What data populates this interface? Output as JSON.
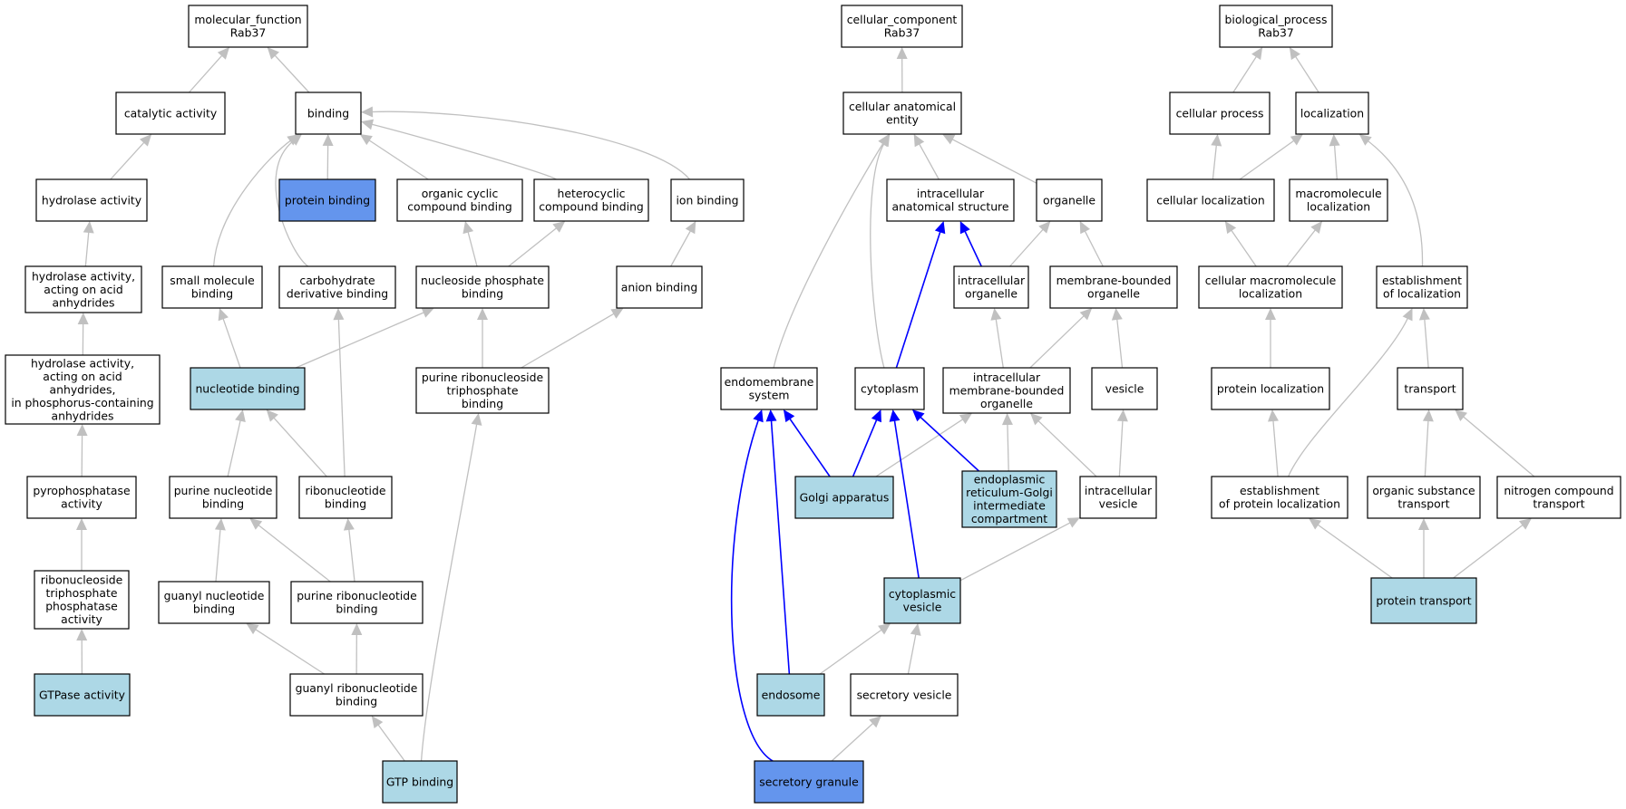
{
  "colors": {
    "plain_fill": "#ffffff",
    "light_blue_fill": "#add8e6",
    "cornflower_fill": "#6495ed",
    "edge_grey": "#c0c0c0",
    "edge_blue": "#0000ff",
    "border": "#000000"
  },
  "nodes": {
    "mf_root": {
      "lines": [
        "molecular_function",
        "Rab37"
      ],
      "style": "plain"
    },
    "catalytic": {
      "lines": [
        "catalytic activity"
      ],
      "style": "plain"
    },
    "binding": {
      "lines": [
        "binding"
      ],
      "style": "plain"
    },
    "hydrolase": {
      "lines": [
        "hydrolase activity"
      ],
      "style": "plain"
    },
    "protein_binding": {
      "lines": [
        "protein binding"
      ],
      "style": "blue"
    },
    "organic_cyclic": {
      "lines": [
        "organic cyclic",
        "compound binding"
      ],
      "style": "plain"
    },
    "heterocyclic": {
      "lines": [
        "heterocyclic",
        "compound binding"
      ],
      "style": "plain"
    },
    "ion_binding": {
      "lines": [
        "ion binding"
      ],
      "style": "plain"
    },
    "hydrolase_anh": {
      "lines": [
        "hydrolase activity,",
        "acting on acid",
        "anhydrides"
      ],
      "style": "plain"
    },
    "small_molecule": {
      "lines": [
        "small molecule",
        "binding"
      ],
      "style": "plain"
    },
    "carbohydrate": {
      "lines": [
        "carbohydrate",
        "derivative binding"
      ],
      "style": "plain"
    },
    "nucleoside_phos": {
      "lines": [
        "nucleoside phosphate",
        "binding"
      ],
      "style": "plain"
    },
    "anion_binding": {
      "lines": [
        "anion binding"
      ],
      "style": "plain"
    },
    "hydrolase_phos": {
      "lines": [
        "hydrolase activity,",
        "acting on acid",
        "anhydrides,",
        "in phosphorus-containing",
        "anhydrides"
      ],
      "style": "plain"
    },
    "nucleotide_binding": {
      "lines": [
        "nucleotide binding"
      ],
      "style": "light"
    },
    "purine_ribonucleoside_tri": {
      "lines": [
        "purine ribonucleoside",
        "triphosphate",
        "binding"
      ],
      "style": "plain"
    },
    "pyrophosphatase": {
      "lines": [
        "pyrophosphatase",
        "activity"
      ],
      "style": "plain"
    },
    "purine_nucleotide": {
      "lines": [
        "purine nucleotide",
        "binding"
      ],
      "style": "plain"
    },
    "ribonucleotide": {
      "lines": [
        "ribonucleotide",
        "binding"
      ],
      "style": "plain"
    },
    "ribonucleoside_tri": {
      "lines": [
        "ribonucleoside",
        "triphosphate",
        "phosphatase",
        "activity"
      ],
      "style": "plain"
    },
    "guanyl_nucleotide": {
      "lines": [
        "guanyl nucleotide",
        "binding"
      ],
      "style": "plain"
    },
    "purine_ribonucleotide": {
      "lines": [
        "purine ribonucleotide",
        "binding"
      ],
      "style": "plain"
    },
    "gtpase": {
      "lines": [
        "GTPase activity"
      ],
      "style": "light"
    },
    "guanyl_ribonucleotide": {
      "lines": [
        "guanyl ribonucleotide",
        "binding"
      ],
      "style": "plain"
    },
    "gtp_binding": {
      "lines": [
        "GTP binding"
      ],
      "style": "light"
    },
    "cc_root": {
      "lines": [
        "cellular_component",
        "Rab37"
      ],
      "style": "plain"
    },
    "cae": {
      "lines": [
        "cellular anatomical",
        "entity"
      ],
      "style": "plain"
    },
    "ias": {
      "lines": [
        "intracellular",
        "anatomical structure"
      ],
      "style": "plain"
    },
    "organelle": {
      "lines": [
        "organelle"
      ],
      "style": "plain"
    },
    "intra_organelle": {
      "lines": [
        "intracellular",
        "organelle"
      ],
      "style": "plain"
    },
    "mb_organelle": {
      "lines": [
        "membrane-bounded",
        "organelle"
      ],
      "style": "plain"
    },
    "endomembrane": {
      "lines": [
        "endomembrane",
        "system"
      ],
      "style": "plain"
    },
    "cytoplasm": {
      "lines": [
        "cytoplasm"
      ],
      "style": "plain"
    },
    "imbo": {
      "lines": [
        "intracellular",
        "membrane-bounded",
        "organelle"
      ],
      "style": "plain"
    },
    "vesicle": {
      "lines": [
        "vesicle"
      ],
      "style": "plain"
    },
    "golgi": {
      "lines": [
        "Golgi apparatus"
      ],
      "style": "light"
    },
    "ergic": {
      "lines": [
        "endoplasmic",
        "reticulum-Golgi",
        "intermediate",
        "compartment"
      ],
      "style": "light"
    },
    "intra_vesicle": {
      "lines": [
        "intracellular",
        "vesicle"
      ],
      "style": "plain"
    },
    "cyto_vesicle": {
      "lines": [
        "cytoplasmic",
        "vesicle"
      ],
      "style": "light"
    },
    "endosome": {
      "lines": [
        "endosome"
      ],
      "style": "light"
    },
    "secretory_vesicle": {
      "lines": [
        "secretory vesicle"
      ],
      "style": "plain"
    },
    "secretory_granule": {
      "lines": [
        "secretory granule"
      ],
      "style": "blue"
    },
    "bp_root": {
      "lines": [
        "biological_process",
        "Rab37"
      ],
      "style": "plain"
    },
    "cellular_process": {
      "lines": [
        "cellular process"
      ],
      "style": "plain"
    },
    "localization": {
      "lines": [
        "localization"
      ],
      "style": "plain"
    },
    "cellular_localization": {
      "lines": [
        "cellular localization"
      ],
      "style": "plain"
    },
    "macromolecule_loc": {
      "lines": [
        "macromolecule",
        "localization"
      ],
      "style": "plain"
    },
    "cml": {
      "lines": [
        "cellular macromolecule",
        "localization"
      ],
      "style": "plain"
    },
    "establishment_loc": {
      "lines": [
        "establishment",
        "of localization"
      ],
      "style": "plain"
    },
    "protein_loc": {
      "lines": [
        "protein localization"
      ],
      "style": "plain"
    },
    "transport": {
      "lines": [
        "transport"
      ],
      "style": "plain"
    },
    "est_protein_loc": {
      "lines": [
        "establishment",
        "of protein localization"
      ],
      "style": "plain"
    },
    "organic_transport": {
      "lines": [
        "organic substance",
        "transport"
      ],
      "style": "plain"
    },
    "nitrogen_transport": {
      "lines": [
        "nitrogen compound",
        "transport"
      ],
      "style": "plain"
    },
    "protein_transport": {
      "lines": [
        "protein transport"
      ],
      "style": "light"
    }
  },
  "edges": [
    {
      "from": "catalytic",
      "to": "mf_root",
      "color": "grey"
    },
    {
      "from": "binding",
      "to": "mf_root",
      "color": "grey"
    },
    {
      "from": "hydrolase",
      "to": "catalytic",
      "color": "grey"
    },
    {
      "from": "protein_binding",
      "to": "binding",
      "color": "grey"
    },
    {
      "from": "organic_cyclic",
      "to": "binding",
      "color": "grey"
    },
    {
      "from": "heterocyclic",
      "to": "binding",
      "color": "grey"
    },
    {
      "from": "ion_binding",
      "to": "binding",
      "color": "grey"
    },
    {
      "from": "small_molecule",
      "to": "binding",
      "color": "grey"
    },
    {
      "from": "carbohydrate",
      "to": "binding",
      "color": "grey"
    },
    {
      "from": "hydrolase_anh",
      "to": "hydrolase",
      "color": "grey"
    },
    {
      "from": "nucleoside_phos",
      "to": "organic_cyclic",
      "color": "grey"
    },
    {
      "from": "nucleoside_phos",
      "to": "heterocyclic",
      "color": "grey"
    },
    {
      "from": "anion_binding",
      "to": "ion_binding",
      "color": "grey"
    },
    {
      "from": "hydrolase_phos",
      "to": "hydrolase_anh",
      "color": "grey"
    },
    {
      "from": "nucleotide_binding",
      "to": "small_molecule",
      "color": "grey"
    },
    {
      "from": "nucleotide_binding",
      "to": "nucleoside_phos",
      "color": "grey"
    },
    {
      "from": "purine_ribonucleoside_tri",
      "to": "nucleoside_phos",
      "color": "grey"
    },
    {
      "from": "purine_ribonucleoside_tri",
      "to": "anion_binding",
      "color": "grey"
    },
    {
      "from": "pyrophosphatase",
      "to": "hydrolase_phos",
      "color": "grey"
    },
    {
      "from": "purine_nucleotide",
      "to": "nucleotide_binding",
      "color": "grey"
    },
    {
      "from": "ribonucleotide",
      "to": "nucleotide_binding",
      "color": "grey"
    },
    {
      "from": "ribonucleotide",
      "to": "carbohydrate",
      "color": "grey"
    },
    {
      "from": "ribonucleoside_tri",
      "to": "pyrophosphatase",
      "color": "grey"
    },
    {
      "from": "guanyl_nucleotide",
      "to": "purine_nucleotide",
      "color": "grey"
    },
    {
      "from": "purine_ribonucleotide",
      "to": "purine_nucleotide",
      "color": "grey"
    },
    {
      "from": "purine_ribonucleotide",
      "to": "ribonucleotide",
      "color": "grey"
    },
    {
      "from": "gtpase",
      "to": "ribonucleoside_tri",
      "color": "grey"
    },
    {
      "from": "guanyl_ribonucleotide",
      "to": "guanyl_nucleotide",
      "color": "grey"
    },
    {
      "from": "guanyl_ribonucleotide",
      "to": "purine_ribonucleotide",
      "color": "grey"
    },
    {
      "from": "gtp_binding",
      "to": "guanyl_ribonucleotide",
      "color": "grey"
    },
    {
      "from": "gtp_binding",
      "to": "purine_ribonucleoside_tri",
      "color": "grey"
    },
    {
      "from": "cae",
      "to": "cc_root",
      "color": "grey"
    },
    {
      "from": "ias",
      "to": "cae",
      "color": "grey"
    },
    {
      "from": "organelle",
      "to": "cae",
      "color": "grey"
    },
    {
      "from": "endomembrane",
      "to": "cae",
      "color": "grey"
    },
    {
      "from": "cytoplasm",
      "to": "cae",
      "color": "grey"
    },
    {
      "from": "intra_organelle",
      "to": "ias",
      "color": "blue"
    },
    {
      "from": "intra_organelle",
      "to": "organelle",
      "color": "grey"
    },
    {
      "from": "mb_organelle",
      "to": "organelle",
      "color": "grey"
    },
    {
      "from": "cytoplasm",
      "to": "ias",
      "color": "blue"
    },
    {
      "from": "imbo",
      "to": "intra_organelle",
      "color": "grey"
    },
    {
      "from": "imbo",
      "to": "mb_organelle",
      "color": "grey"
    },
    {
      "from": "vesicle",
      "to": "mb_organelle",
      "color": "grey"
    },
    {
      "from": "golgi",
      "to": "endomembrane",
      "color": "blue"
    },
    {
      "from": "golgi",
      "to": "cytoplasm",
      "color": "blue"
    },
    {
      "from": "golgi",
      "to": "imbo",
      "color": "grey"
    },
    {
      "from": "ergic",
      "to": "cytoplasm",
      "color": "blue"
    },
    {
      "from": "ergic",
      "to": "imbo",
      "color": "grey"
    },
    {
      "from": "intra_vesicle",
      "to": "imbo",
      "color": "grey"
    },
    {
      "from": "intra_vesicle",
      "to": "vesicle",
      "color": "grey"
    },
    {
      "from": "cyto_vesicle",
      "to": "cytoplasm",
      "color": "blue"
    },
    {
      "from": "cyto_vesicle",
      "to": "intra_vesicle",
      "color": "grey"
    },
    {
      "from": "endosome",
      "to": "endomembrane",
      "color": "blue"
    },
    {
      "from": "endosome",
      "to": "cyto_vesicle",
      "color": "grey"
    },
    {
      "from": "secretory_vesicle",
      "to": "cyto_vesicle",
      "color": "grey"
    },
    {
      "from": "secretory_granule",
      "to": "endomembrane",
      "color": "blue"
    },
    {
      "from": "secretory_granule",
      "to": "secretory_vesicle",
      "color": "grey"
    },
    {
      "from": "cellular_process",
      "to": "bp_root",
      "color": "grey"
    },
    {
      "from": "localization",
      "to": "bp_root",
      "color": "grey"
    },
    {
      "from": "cellular_localization",
      "to": "cellular_process",
      "color": "grey"
    },
    {
      "from": "cellular_localization",
      "to": "localization",
      "color": "grey"
    },
    {
      "from": "macromolecule_loc",
      "to": "localization",
      "color": "grey"
    },
    {
      "from": "establishment_loc",
      "to": "localization",
      "color": "grey"
    },
    {
      "from": "cml",
      "to": "cellular_localization",
      "color": "grey"
    },
    {
      "from": "cml",
      "to": "macromolecule_loc",
      "color": "grey"
    },
    {
      "from": "protein_loc",
      "to": "cml",
      "color": "grey"
    },
    {
      "from": "transport",
      "to": "establishment_loc",
      "color": "grey"
    },
    {
      "from": "est_protein_loc",
      "to": "protein_loc",
      "color": "grey"
    },
    {
      "from": "est_protein_loc",
      "to": "establishment_loc",
      "color": "grey"
    },
    {
      "from": "organic_transport",
      "to": "transport",
      "color": "grey"
    },
    {
      "from": "nitrogen_transport",
      "to": "transport",
      "color": "grey"
    },
    {
      "from": "protein_transport",
      "to": "est_protein_loc",
      "color": "grey"
    },
    {
      "from": "protein_transport",
      "to": "organic_transport",
      "color": "grey"
    },
    {
      "from": "protein_transport",
      "to": "nitrogen_transport",
      "color": "grey"
    }
  ]
}
